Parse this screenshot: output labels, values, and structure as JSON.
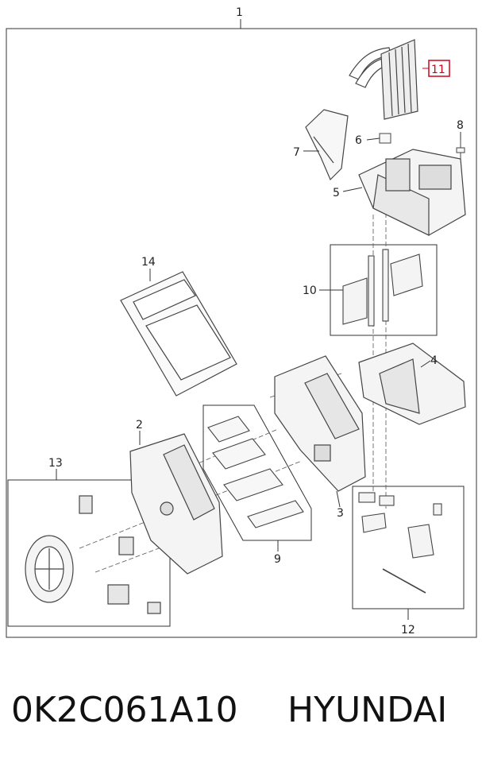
{
  "diagram": {
    "callouts": {
      "c1": "1",
      "c2": "2",
      "c3": "3",
      "c4": "4",
      "c5": "5",
      "c6": "6",
      "c7": "7",
      "c8": "8",
      "c9": "9",
      "c10": "10",
      "c11": "11",
      "c12": "12",
      "c13": "13",
      "c14": "14"
    },
    "highlight_color": "#d0021b"
  },
  "caption": {
    "part_number": "0K2C061A10",
    "brand": "HYUNDAI"
  }
}
